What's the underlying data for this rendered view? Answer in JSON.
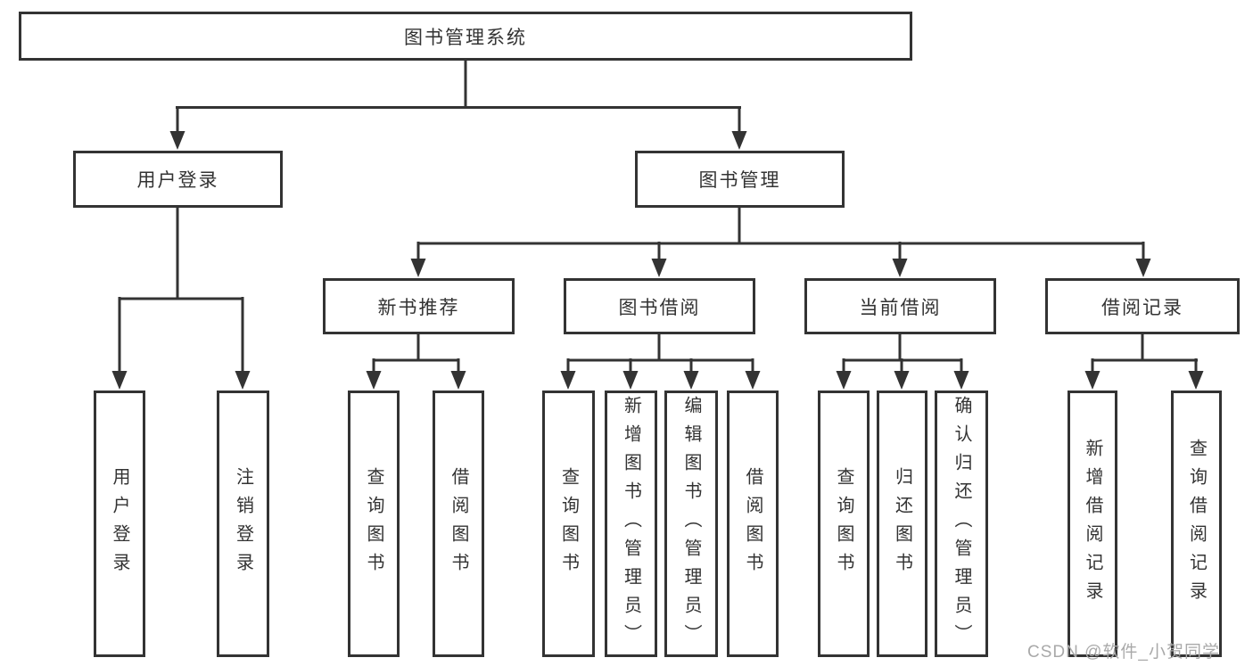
{
  "diagram_type": "hierarchy-tree",
  "colors": {
    "line": "#333333",
    "text": "#333333",
    "box_background": "#ffffff",
    "watermark": "#a9a9a9"
  },
  "watermark": "CSDN @软件_小贺同学",
  "tree": {
    "label": "图书管理系统",
    "children": [
      {
        "label": "用户登录",
        "children": [
          {
            "label": "用户登录"
          },
          {
            "label": "注销登录"
          }
        ]
      },
      {
        "label": "图书管理",
        "children": [
          {
            "label": "新书推荐",
            "children": [
              {
                "label": "查询图书"
              },
              {
                "label": "借阅图书"
              }
            ]
          },
          {
            "label": "图书借阅",
            "children": [
              {
                "label": "查询图书"
              },
              {
                "label": "新增图书（管理员）"
              },
              {
                "label": "编辑图书（管理员）"
              },
              {
                "label": "借阅图书"
              }
            ]
          },
          {
            "label": "当前借阅",
            "children": [
              {
                "label": "查询图书"
              },
              {
                "label": "归还图书"
              },
              {
                "label": "确认归还（管理员）"
              }
            ]
          },
          {
            "label": "借阅记录",
            "children": [
              {
                "label": "新增借阅记录"
              },
              {
                "label": "查询借阅记录"
              }
            ]
          }
        ]
      }
    ]
  }
}
